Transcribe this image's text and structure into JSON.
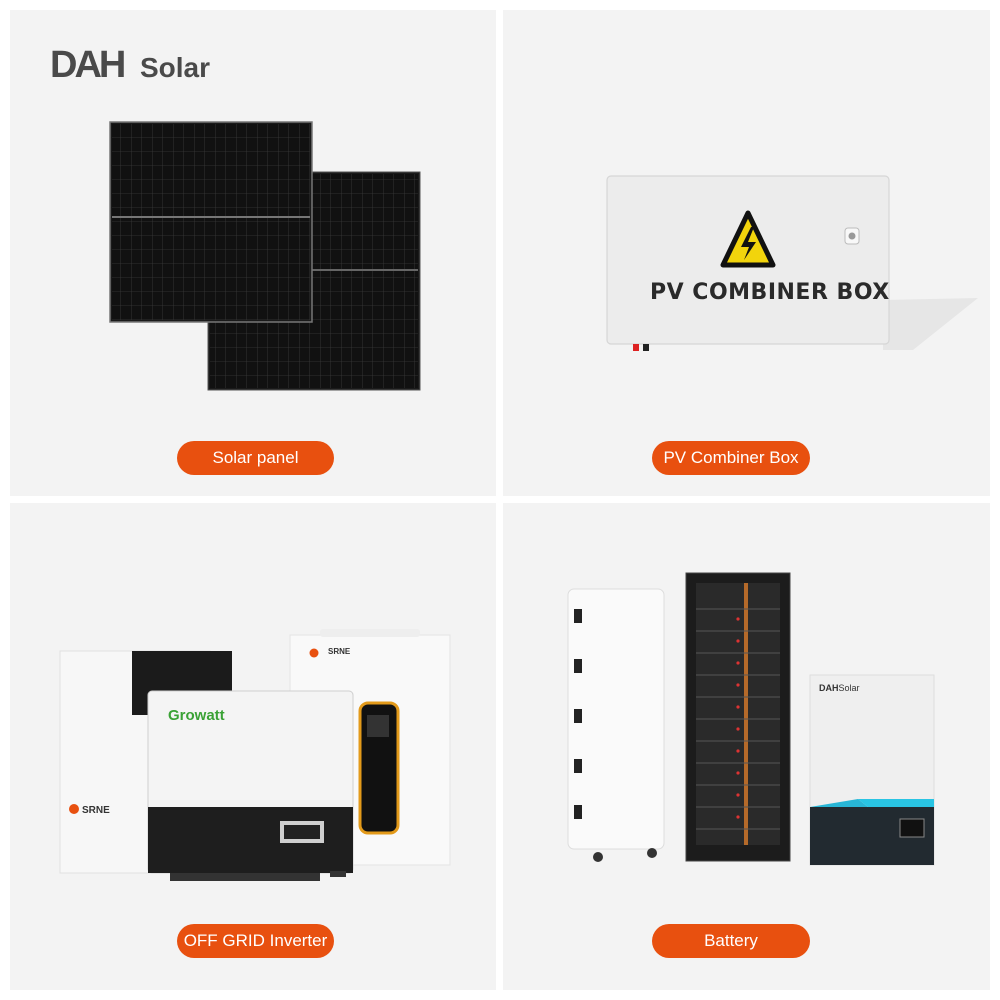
{
  "brand": {
    "logo_mark": "DAH",
    "logo_text": "Solar"
  },
  "products": [
    {
      "label": "Solar panel"
    },
    {
      "label": "PV Combiner Box"
    },
    {
      "label": "OFF GRID Inverter"
    },
    {
      "label": "Battery"
    }
  ],
  "combiner_box": {
    "printed_title": "PV COMBINER BOX"
  },
  "inverter_brands": {
    "growatt": "Growatt",
    "srne_back": "SRNE",
    "srne_front": "SRNE"
  },
  "battery_brand": {
    "mark": "DAH",
    "text": "Solar"
  },
  "colors": {
    "accent": "#e8500f",
    "tile_background": "#f3f3f3",
    "logo_gray": "#4a4a4a"
  }
}
